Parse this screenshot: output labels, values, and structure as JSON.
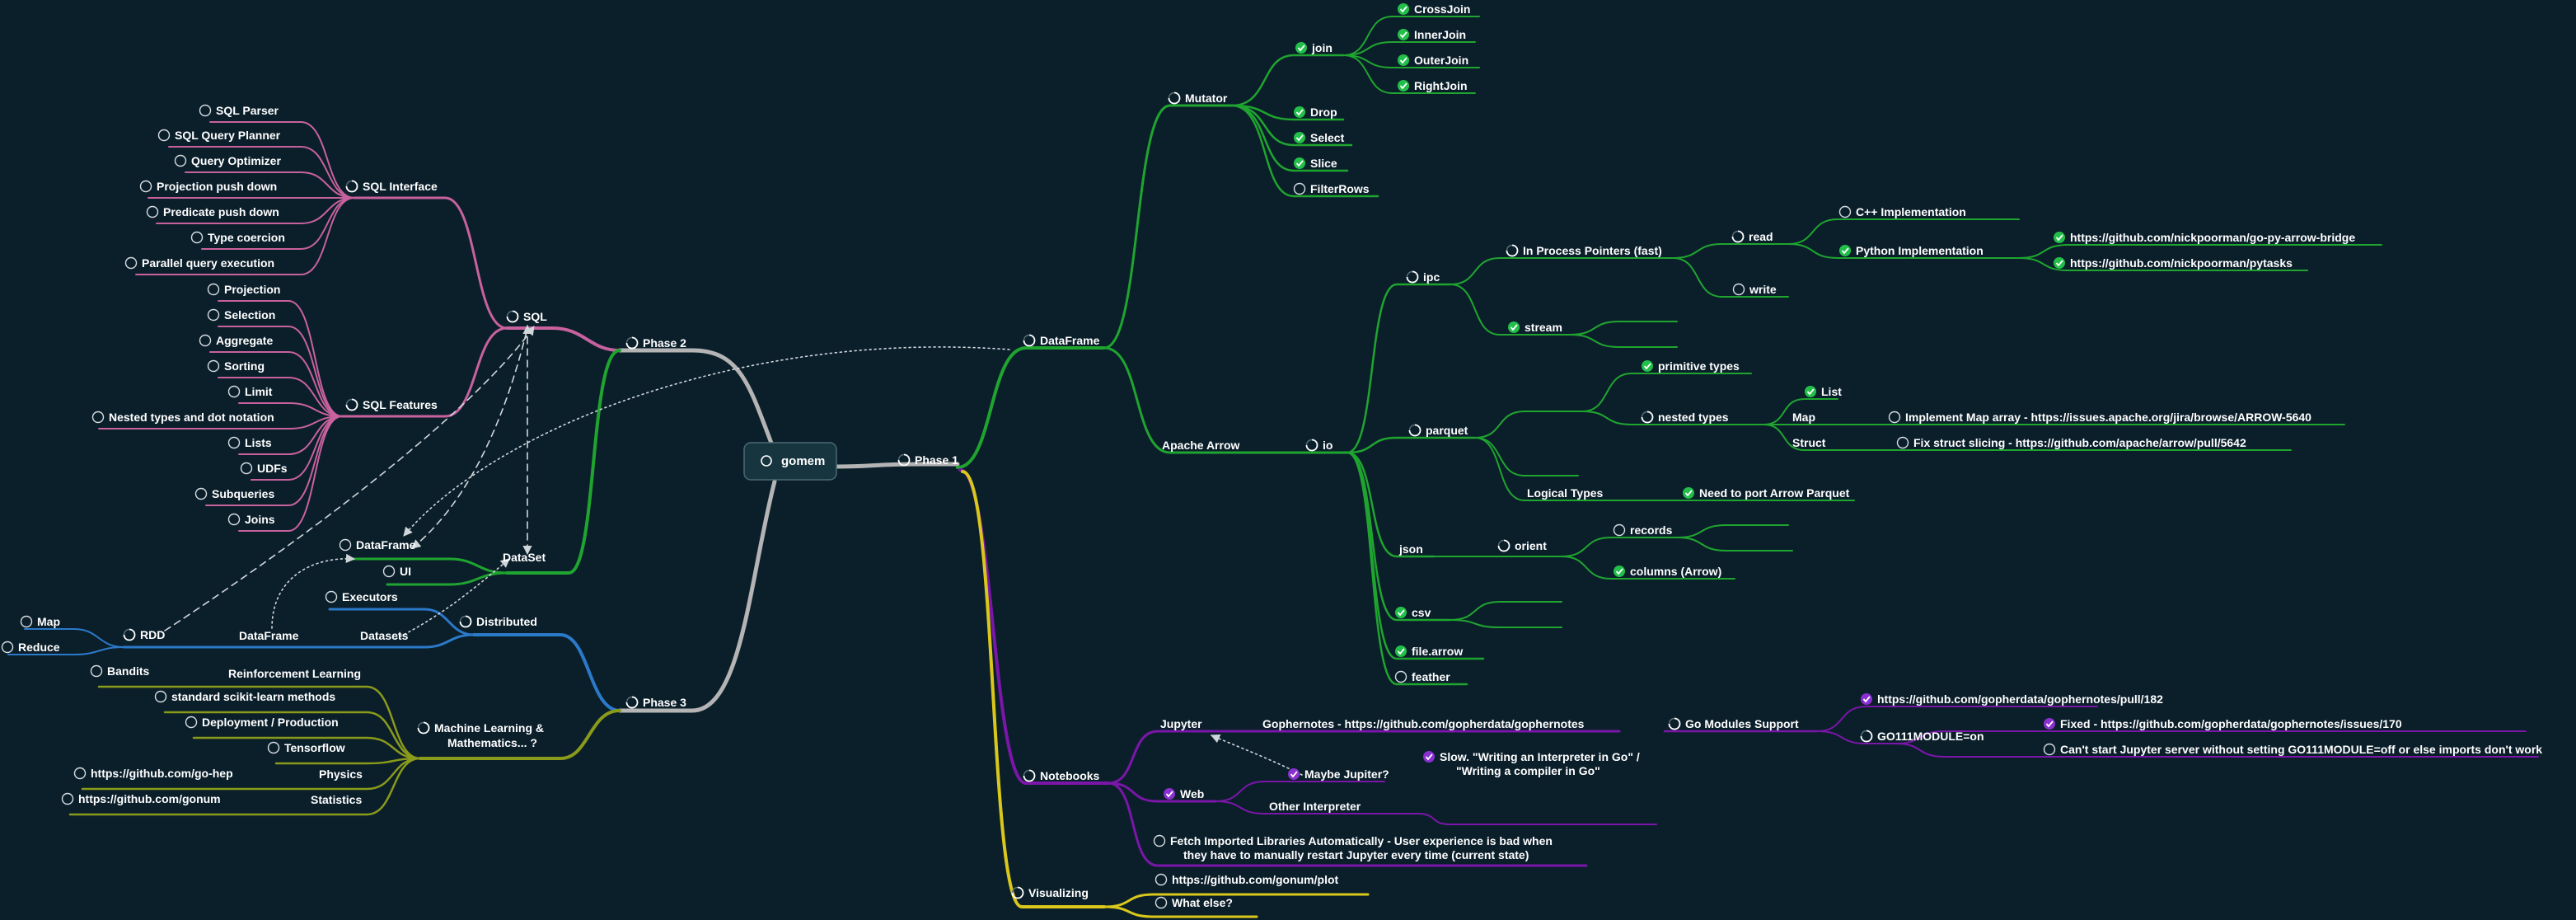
{
  "root": "gomem",
  "colors": {
    "background": "#0b1f2b",
    "phase_branch": "#b4b4b4",
    "dataframe_branch": "#1fa52f",
    "notebooks_branch": "#7a16a8",
    "visualizing_branch": "#d9c81b",
    "sql_branch": "#c8629e",
    "dataset_branch": "#1fa52f",
    "distributed_branch": "#2b79c9",
    "ml_branch": "#8a9a1a",
    "check_done": "#22c04a",
    "check_notebooks": "#8a2fd0"
  },
  "nodes": {
    "phase1": "Phase 1",
    "phase2": "Phase 2",
    "phase3": "Phase 3",
    "dataframe": "DataFrame",
    "mutator": "Mutator",
    "join": "join",
    "crossjoin": "CrossJoin",
    "innerjoin": "InnerJoin",
    "outerjoin": "OuterJoin",
    "rightjoin": "RightJoin",
    "drop": "Drop",
    "select": "Select",
    "slice": "Slice",
    "filterrows": "FilterRows",
    "apache_arrow": "Apache Arrow",
    "io": "io",
    "ipc": "ipc",
    "in_process": "In Process Pointers (fast)",
    "read": "read",
    "write": "write",
    "cpp_impl": "C++ Implementation",
    "python_impl": "Python Implementation",
    "bridge_url": "https://github.com/nickpoorman/go-py-arrow-bridge",
    "pytasks_url": "https://github.com/nickpoorman/pytasks",
    "stream": "stream",
    "parquet": "parquet",
    "primitive_types": "primitive types",
    "nested_types": "nested types",
    "list": "List",
    "map": "Map",
    "map_impl": "Implement Map array - https://issues.apache.org/jira/browse/ARROW-5640",
    "struct": "Struct",
    "struct_fix": "Fix struct slicing - https://github.com/apache/arrow/pull/5642",
    "logical_types": "Logical Types",
    "port_parquet": "Need to port Arrow Parquet",
    "json": "json",
    "orient": "orient",
    "records": "records",
    "columns": "columns (Arrow)",
    "csv": "csv",
    "file_arrow": "file.arrow",
    "feather": "feather",
    "notebooks": "Notebooks",
    "jupyter": "Jupyter",
    "gophernotes": "Gophernotes - https://github.com/gopherdata/gophernotes",
    "go_modules": "Go Modules Support",
    "pull182": "https://github.com/gopherdata/gophernotes/pull/182",
    "go111": "GO111MODULE=on",
    "fixed170": "Fixed - https://github.com/gopherdata/gophernotes/issues/170",
    "cant_start": "Can't start Jupyter server without setting GO111MODULE=off or else imports don't work",
    "web": "Web",
    "maybe_jupiter": "Maybe Jupiter?",
    "other_interpreter": "Other Interpreter",
    "slow_line1": "Slow. \"Writing an Interpreter in Go\" /",
    "slow_line2": "\"Writing a compiler in Go\"",
    "fetch_line1": "Fetch Imported Libraries Automatically - User experience is bad when",
    "fetch_line2": "they have to manually restart Jupyter every time (current state)",
    "visualizing": "Visualizing",
    "gonum_plot": "https://github.com/gonum/plot",
    "what_else": "What else?",
    "sql": "SQL",
    "sql_interface": "SQL Interface",
    "sql_parser": "SQL Parser",
    "sql_query_planner": "SQL Query Planner",
    "query_optimizer": "Query Optimizer",
    "projection_push": "Projection push down",
    "predicate_push": "Predicate push down",
    "type_coercion": "Type coercion",
    "parallel_query": "Parallel query execution",
    "sql_features": "SQL Features",
    "projection": "Projection",
    "selection": "Selection",
    "aggregate": "Aggregate",
    "sorting": "Sorting",
    "limit": "Limit",
    "nested_dot": "Nested types and dot notation",
    "lists": "Lists",
    "udfs": "UDFs",
    "subqueries": "Subqueries",
    "joins": "Joins",
    "dataset": "DataSet",
    "ds_dataframe": "DataFrame",
    "ui": "UI",
    "distributed": "Distributed",
    "executors": "Executors",
    "datasets": "Datasets",
    "dist_dataframe": "DataFrame",
    "rdd": "RDD",
    "map2": "Map",
    "reduce": "Reduce",
    "ml": "Machine Learning &",
    "ml2": "Mathematics... ?",
    "reinforcement": "Reinforcement Learning",
    "bandits": "Bandits",
    "scikit": "standard scikit-learn methods",
    "deployment": "Deployment / Production",
    "tensorflow": "Tensorflow",
    "physics": "Physics",
    "gohep": "https://github.com/go-hep",
    "statistics": "Statistics",
    "gonum": "https://github.com/gonum"
  }
}
